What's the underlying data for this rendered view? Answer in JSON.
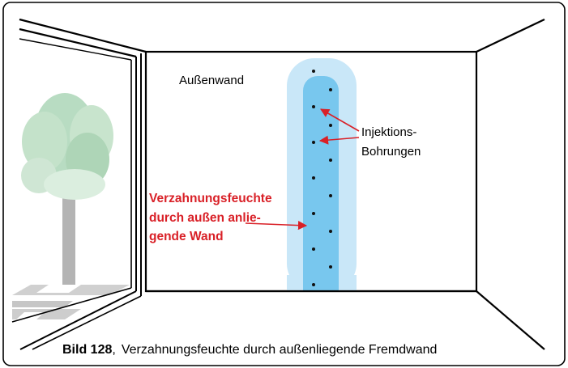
{
  "labels": {
    "wall": "Außenwand",
    "injection_line1": "Injektions-",
    "injection_line2": "Bohrungen",
    "moisture_line1": "Verzahnungsfeuchte",
    "moisture_line2": "durch außen anlie-",
    "moisture_line3": "gende Wand"
  },
  "caption": {
    "number": "Bild 128",
    "separator": ",",
    "text": "Verzahnungsfeuchte durch außenliegende Fremdwand"
  },
  "colors": {
    "frame": "#000000",
    "outer_moisture_zone": "#c9e7f8",
    "inner_moisture_zone": "#78c7ee",
    "arrow_red": "#d92027",
    "label_red": "#d92027",
    "tree_canopy": "#b8dcc2",
    "tree_trunk": "#b4b4b4",
    "floor_tiles": "#c9c9c9"
  }
}
